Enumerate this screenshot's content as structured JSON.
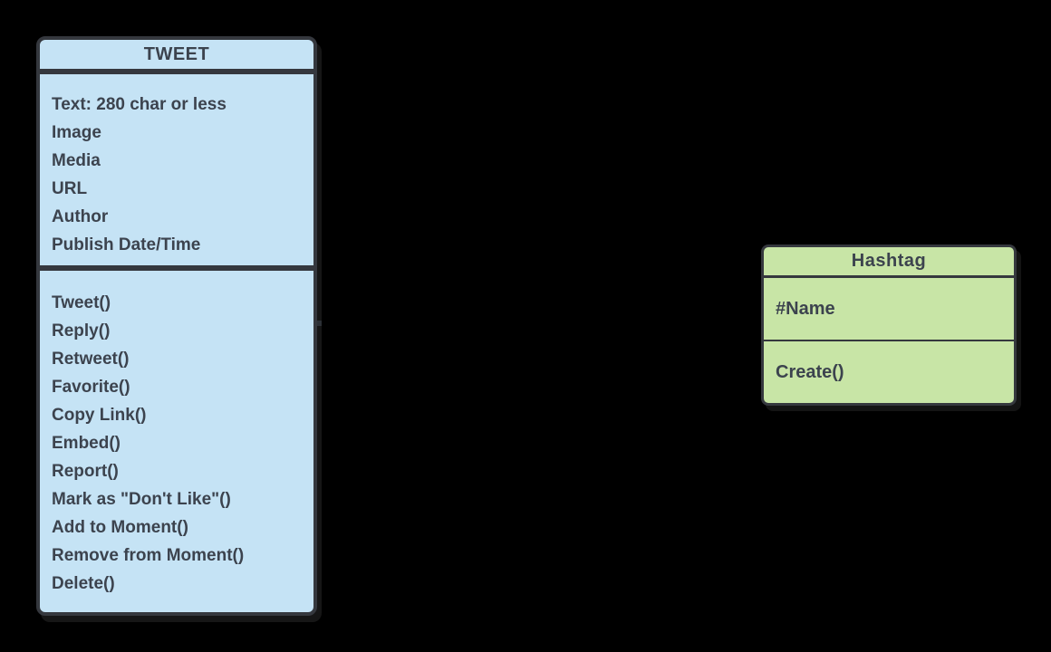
{
  "canvas": {
    "background": "#000000"
  },
  "diagram": {
    "type": "uml-class-diagram",
    "classes": [
      {
        "name": "TWEET",
        "fill": "#c5e3f5",
        "border": "#35383e",
        "text_color": "#3c434e",
        "attributes": [
          "Text: 280 char or less",
          "Image",
          "Media",
          "URL",
          "Author",
          "Publish Date/Time"
        ],
        "methods": [
          "Tweet()",
          "Reply()",
          "Retweet()",
          "Favorite()",
          "Copy Link()",
          "Embed()",
          "Report()",
          "Mark as \"Don't Like\"()",
          "Add to Moment()",
          "Remove from Moment()",
          "Delete()"
        ]
      },
      {
        "name": "Hashtag",
        "fill": "#c8e5a6",
        "border": "#35383e",
        "text_color": "#3c434e",
        "attributes": [
          "#Name"
        ],
        "methods": [
          "Create()"
        ]
      }
    ]
  }
}
